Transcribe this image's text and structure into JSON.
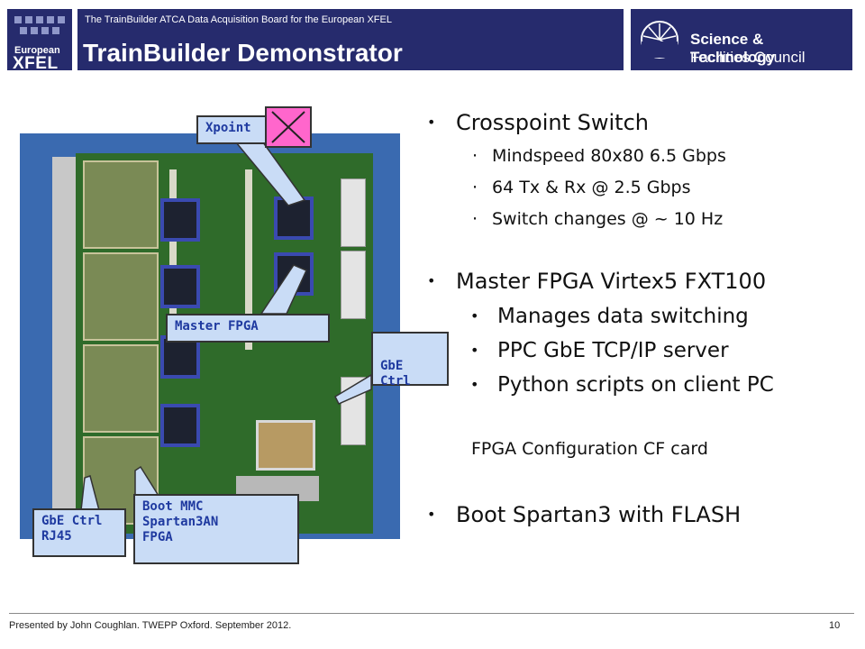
{
  "header": {
    "logo_line1": "European",
    "logo_line2": "XFEL",
    "subtitle": "The TrainBuilder  ATCA Data Acquisition Board for the European XFEL",
    "title": "TrainBuilder Demonstrator",
    "stfc_line1": "Science & Technology",
    "stfc_line2": "Facilities Council"
  },
  "callouts": {
    "xpoint": "Xpoint",
    "master_fpga": "Master FPGA",
    "gbe_ctrl": "GbE Ctrl",
    "gbe_ctrl_rj45_line1": "GbE Ctrl",
    "gbe_ctrl_rj45_line2": "RJ45",
    "boot_mmc_line1": "Boot MMC",
    "boot_mmc_line2": "Spartan3AN",
    "boot_mmc_line3": "FPGA"
  },
  "content": {
    "crosspoint": "Crosspoint Switch",
    "crosspoint_items": [
      "Mindspeed 80x80 6.5 Gbps",
      "64 Tx & Rx @ 2.5 Gbps",
      "Switch changes @ ~ 10 Hz"
    ],
    "master": "Master FPGA Virtex5 FXT100",
    "master_items": [
      "Manages data switching",
      "PPC GbE TCP/IP server",
      "Python scripts on client PC"
    ],
    "fpga_config": "FPGA Configuration CF card",
    "boot": "Boot Spartan3 with FLASH"
  },
  "footer": {
    "presenter": "Presented by John Coughlan. TWEPP Oxford. September  2012.",
    "page": "10"
  },
  "icons": {
    "xpoint_box": "crosspoint-x-icon"
  },
  "colors": {
    "header_bg": "#262b6d",
    "callout_bg": "#c9dcf6",
    "callout_text": "#1f3aa0",
    "xpoint_box": "#ff66cc"
  }
}
